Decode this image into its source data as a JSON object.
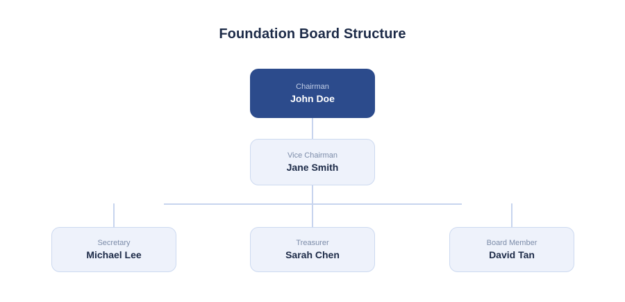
{
  "chart": {
    "title": "Foundation Board Structure",
    "type": "org-chart",
    "background_color": "#ffffff",
    "title_color": "#1c2a47",
    "connector_color": "#c7d4ee",
    "root_node_color": "#2c4b8c",
    "standard_node_color": "#eef2fb",
    "standard_node_border_color": "#ccd9f0"
  },
  "nodes": {
    "chairman": {
      "role": "Chairman",
      "name": "John Doe"
    },
    "vice_chair": {
      "role": "Vice Chairman",
      "name": "Jane Smith"
    },
    "secretary": {
      "role": "Secretary",
      "name": "Michael Lee"
    },
    "treasurer": {
      "role": "Treasurer",
      "name": "Sarah Chen"
    },
    "board_member": {
      "role": "Board Member",
      "name": "David Tan"
    }
  },
  "chart_data": {
    "type": "diagram",
    "title": "Foundation Board Structure",
    "layout": "top-down hierarchy",
    "levels": [
      {
        "level": 1,
        "nodes": [
          {
            "role": "Chairman",
            "name": "John Doe",
            "style": "filled-navy"
          }
        ]
      },
      {
        "level": 2,
        "nodes": [
          {
            "role": "Vice Chairman",
            "name": "Jane Smith",
            "style": "light"
          }
        ]
      },
      {
        "level": 3,
        "nodes": [
          {
            "role": "Secretary",
            "name": "Michael Lee",
            "style": "light"
          },
          {
            "role": "Treasurer",
            "name": "Sarah Chen",
            "style": "light"
          },
          {
            "role": "Board Member",
            "name": "David Tan",
            "style": "light"
          }
        ]
      }
    ],
    "edges": [
      {
        "from": "Chairman",
        "to": "Vice Chairman"
      },
      {
        "from": "Vice Chairman",
        "to": "Secretary"
      },
      {
        "from": "Vice Chairman",
        "to": "Treasurer"
      },
      {
        "from": "Vice Chairman",
        "to": "Board Member"
      }
    ]
  }
}
